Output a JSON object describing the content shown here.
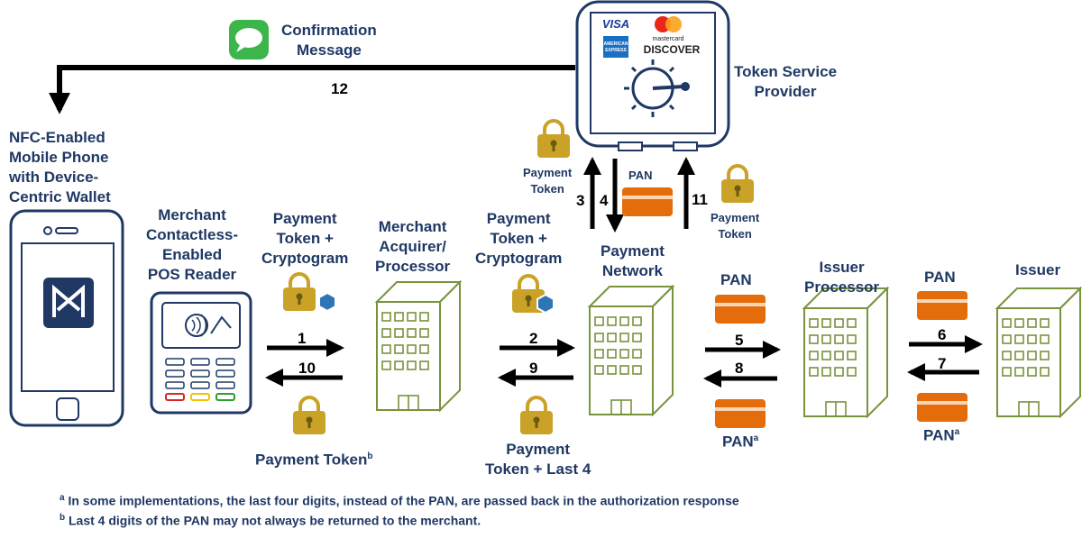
{
  "labels": {
    "confirmation": "Confirmation\nMessage",
    "tsp": "Token Service\nProvider",
    "phone": "NFC-Enabled\nMobile Phone\nwith Device-\nCentric Wallet",
    "pos": "Merchant\nContactless-\nEnabled\nPOS Reader",
    "acquirer": "Merchant\nAcquirer/\nProcessor",
    "network": "Payment\nNetwork",
    "issuer_processor": "Issuer\nProcessor",
    "issuer": "Issuer",
    "pt_crypto_1": "Payment\nToken +\nCryptogram",
    "pt_crypto_2": "Payment\nToken +\nCryptogram",
    "payment_token_b": "Payment Token",
    "payment_token_last4": "Payment\nToken + Last 4",
    "pt_left_small": "Payment\nToken",
    "pt_right_small": "Payment\nToken",
    "pan_small": "PAN",
    "pan_5": "PAN",
    "pan_8": "PAN",
    "pan_6": "PAN",
    "pan_7": "PAN",
    "sup_a": "a",
    "sup_b": "b"
  },
  "logos": {
    "visa": "VISA",
    "amex_line1": "AMERICAN",
    "amex_line2": "EXPRESS",
    "mastercard": "mastercard",
    "discover": "DISCOVER"
  },
  "steps": [
    "1",
    "2",
    "3",
    "4",
    "5",
    "6",
    "7",
    "8",
    "9",
    "10",
    "11",
    "12"
  ],
  "footnotes": {
    "a_mark": "a",
    "a_text": " In some implementations,  the last four digits, instead of the PAN, are passed back in the authorization response",
    "b_mark": "b",
    "b_text": " Last 4 digits of the PAN may not always be returned to the merchant."
  },
  "icons": {
    "message": "message-bubble-icon",
    "nfc": "nfc-icon",
    "lock": "padlock-icon",
    "card": "card-icon",
    "building": "building-icon",
    "safe": "safe-icon"
  },
  "colors": {
    "text": "#1f3864",
    "device_stroke": "#1f3864",
    "building": "#77933c",
    "lock": "#c9a227",
    "card": "#e46c0a",
    "message": "#3cb54a"
  }
}
